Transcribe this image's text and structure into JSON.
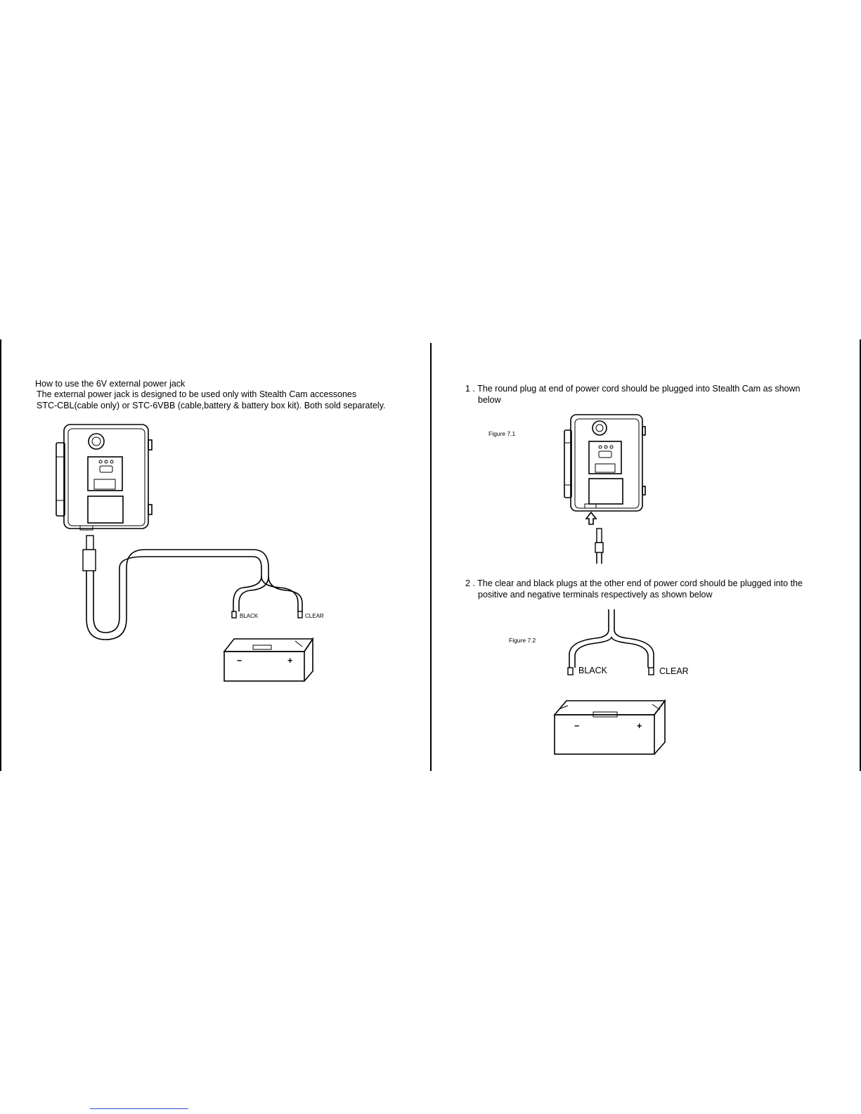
{
  "left_page": {
    "heading": "How to use the 6V external power jack",
    "line1": "The external power jack is designed to be used only with Stealth Cam accessones",
    "line2": "STC-CBL(cable only) or STC-6VBB (cable,battery & battery box kit). Both sold separately.",
    "plug_labels": {
      "black": "BLACK",
      "clear": "CLEAR"
    },
    "battery": {
      "minus": "−",
      "plus": "+"
    }
  },
  "right_page": {
    "step1": {
      "line1": "1 . The round plug at end of power cord should be plugged into Stealth  Cam as shown",
      "line2": "below"
    },
    "figure1_label": "Figure 7.1",
    "step2": {
      "line1": "2 . The clear and black plugs at the other end of power cord should be plugged into the",
      "line2": "positive and negative terminals respectively as shown below"
    },
    "figure2_label": "Figure 7.2",
    "plug_labels": {
      "black": "BLACK",
      "clear": "CLEAR"
    },
    "battery": {
      "minus": "−",
      "plus": "+"
    }
  }
}
